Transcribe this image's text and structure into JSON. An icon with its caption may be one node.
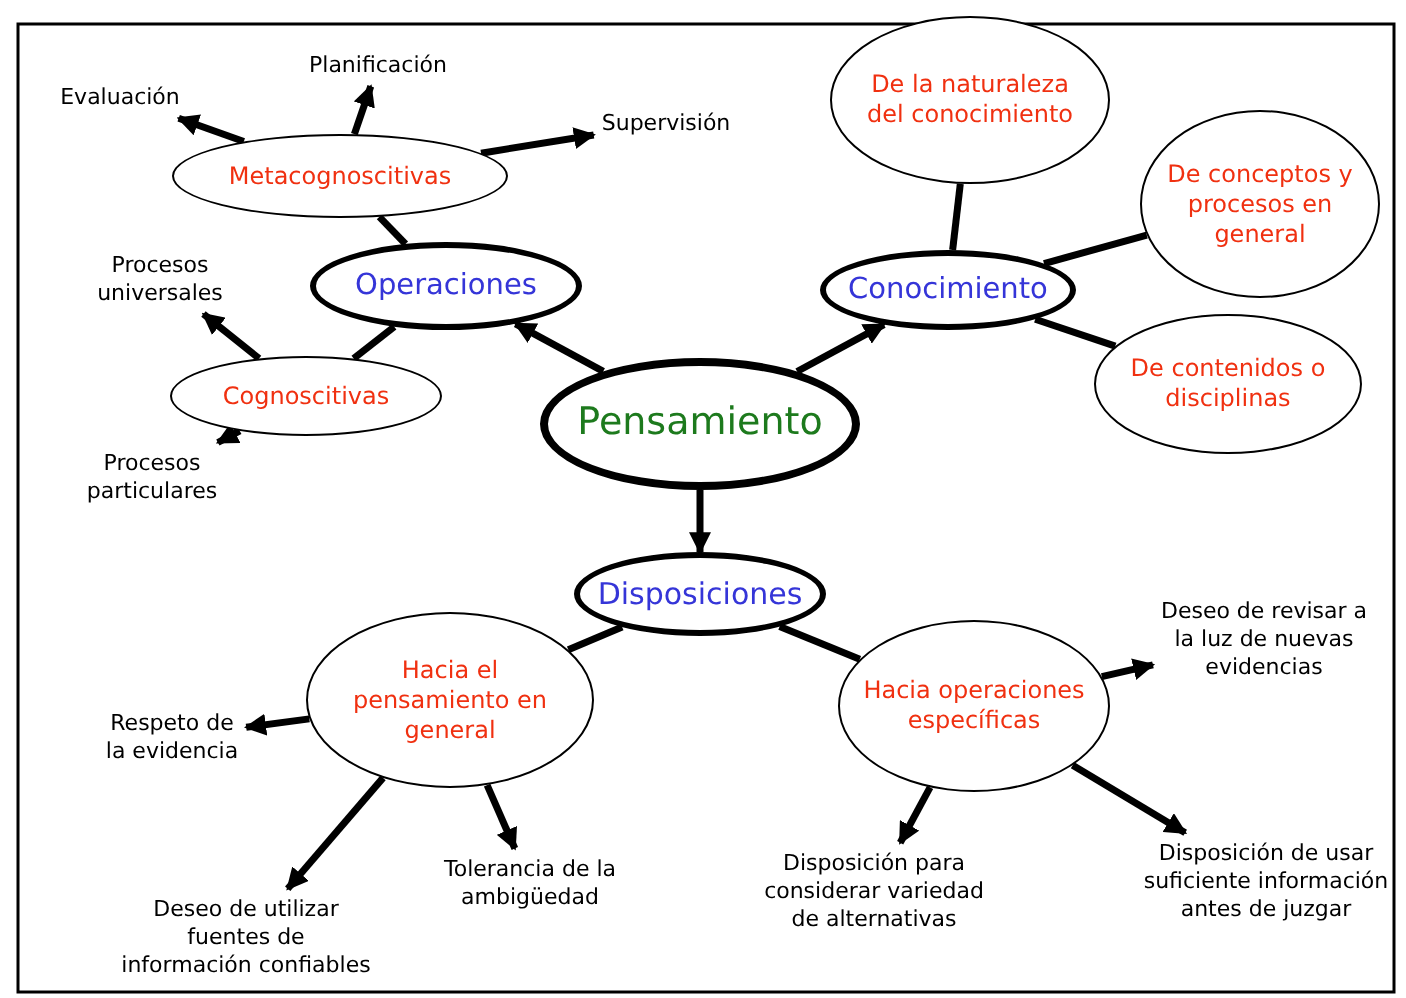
{
  "diagram": {
    "nodes": [
      {
        "text": [
          "Pensamiento"
        ]
      },
      {
        "text": [
          "Operaciones"
        ]
      },
      {
        "text": [
          "Conocimiento"
        ]
      },
      {
        "text": [
          "Disposiciones"
        ]
      },
      {
        "text": [
          "Metacognoscitivas"
        ]
      },
      {
        "text": [
          "Cognoscitivas"
        ]
      },
      {
        "text": [
          "De la naturaleza del conocimiento"
        ]
      },
      {
        "text": [
          "De conceptos y procesos en general"
        ]
      },
      {
        "text": [
          "De contenidos o disciplinas"
        ]
      },
      {
        "text": [
          "Hacia el pensamiento en general"
        ]
      },
      {
        "text": [
          "Hacia operaciones específicas"
        ]
      },
      {
        "text": [
          "Evaluación"
        ]
      },
      {
        "text": [
          "Planificación"
        ]
      },
      {
        "text": [
          "Supervisión"
        ]
      },
      {
        "text": [
          "Procesos universales"
        ]
      },
      {
        "text": [
          "Procesos particulares"
        ]
      },
      {
        "text": [
          "Respeto de la evidencia"
        ]
      },
      {
        "text": [
          "Deseo de utilizar fuentes de información confiables"
        ]
      },
      {
        "text": [
          "Tolerancia de la ambigüedad"
        ]
      },
      {
        "text": [
          "Deseo de revisar a la luz de nuevas evidencias"
        ]
      },
      {
        "text": [
          "Disposición para considerar variedad de alternativas"
        ]
      },
      {
        "text": [
          "Disposición de usar suficiente información antes de juzgar"
        ]
      }
    ],
    "edges": [
      {
        "from": 0,
        "to": 1,
        "arrow": "to"
      },
      {
        "from": 0,
        "to": 2,
        "arrow": "to"
      },
      {
        "from": 0,
        "to": 3,
        "arrow": "to"
      },
      {
        "from": 1,
        "to": 4,
        "arrow": "none"
      },
      {
        "from": 1,
        "to": 5,
        "arrow": "none"
      },
      {
        "from": 2,
        "to": 6,
        "arrow": "none"
      },
      {
        "from": 2,
        "to": 7,
        "arrow": "none"
      },
      {
        "from": 2,
        "to": 8,
        "arrow": "none"
      },
      {
        "from": 3,
        "to": 9,
        "arrow": "none"
      },
      {
        "from": 3,
        "to": 10,
        "arrow": "none"
      },
      {
        "from": 4,
        "to": 11,
        "arrow": "to"
      },
      {
        "from": 4,
        "to": 12,
        "arrow": "to"
      },
      {
        "from": 4,
        "to": 13,
        "arrow": "to"
      },
      {
        "from": 5,
        "to": 14,
        "arrow": "to"
      },
      {
        "from": 5,
        "to": 15,
        "arrow": "to"
      },
      {
        "from": 9,
        "to": 16,
        "arrow": "to"
      },
      {
        "from": 9,
        "to": 17,
        "arrow": "to"
      },
      {
        "from": 9,
        "to": 18,
        "arrow": "to"
      },
      {
        "from": 10,
        "to": 19,
        "arrow": "to"
      },
      {
        "from": 10,
        "to": 20,
        "arrow": "to"
      },
      {
        "from": 10,
        "to": 21,
        "arrow": "to"
      }
    ]
  }
}
